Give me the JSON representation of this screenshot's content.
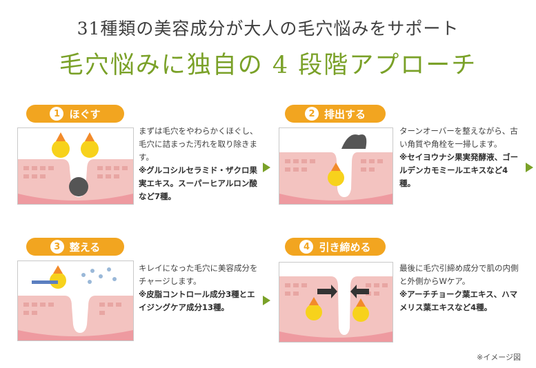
{
  "header": {
    "line1": "31種類の美容成分が大人の毛穴悩みをサポート",
    "line2": "毛穴悩みに独自の 4 段階アプローチ"
  },
  "steps": [
    {
      "num": "1",
      "title": "ほぐす",
      "desc": "まずは毛穴をやわらかくほぐし、毛穴に詰まった汚れを取り除きます。",
      "ingredients": "※グルコシルセラミド・ザクロ果実エキス。スーパーヒアルロン酸など7種。"
    },
    {
      "num": "2",
      "title": "排出する",
      "desc": "ターンオーバーを整えながら、古い角質や角栓を一掃します。",
      "ingredients": "※セイヨウナシ果実発酵液、ゴールデンカモミールエキスなど4種。"
    },
    {
      "num": "3",
      "title": "整える",
      "desc": "キレイになった毛穴に美容成分をチャージします。",
      "ingredients": "※皮脂コントロール成分3種とエイジングケア成分13種。"
    },
    {
      "num": "4",
      "title": "引き締める",
      "desc": "最後に毛穴引締め成分で肌の内側と外側からWケア。",
      "ingredients": "※アーチチョーク葉エキス、ハマメリス葉エキスなど4種。"
    }
  ],
  "footnote": "※イメージ図",
  "colors": {
    "accent_orange": "#f2a520",
    "accent_green": "#7aa128",
    "skin": "#f3c3c0"
  }
}
